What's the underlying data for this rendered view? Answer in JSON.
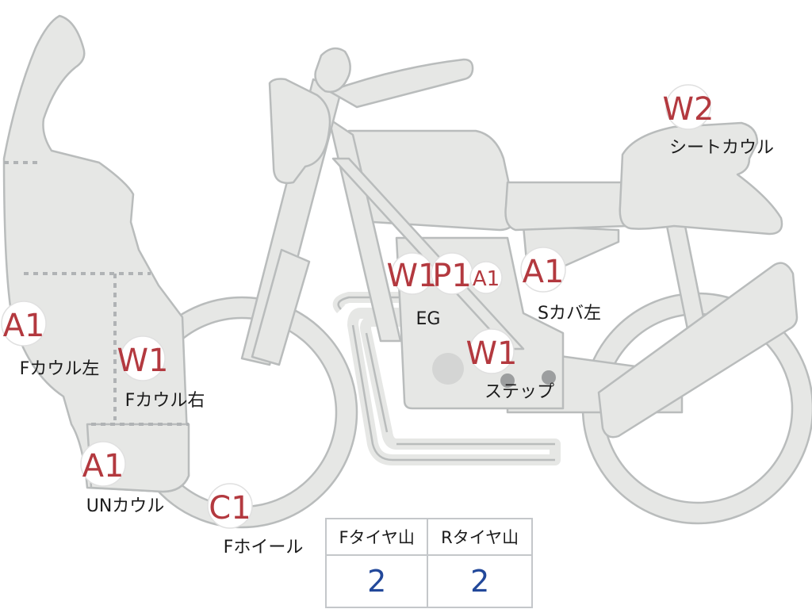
{
  "colors": {
    "body_fill": "#e6e7e5",
    "body_stroke": "#b9bcbc",
    "damage_red": "#b3393f",
    "value_blue": "#22489a",
    "text_dark": "#1b1b1b"
  },
  "annotations": [
    {
      "grade": "A1",
      "label": "Fカウル左"
    },
    {
      "grade": "W1",
      "label": "Fカウル右"
    },
    {
      "grade": "A1",
      "label": "UNカウル"
    },
    {
      "grade": "C1",
      "label": "Fホイール"
    },
    {
      "grade": "W1",
      "label": "EG"
    },
    {
      "grade": "P1",
      "label": ""
    },
    {
      "grade": "A1",
      "label": ""
    },
    {
      "grade": "A1",
      "label": "Sカバ左"
    },
    {
      "grade": "W1",
      "label": "ステップ"
    },
    {
      "grade": "W2",
      "label": "シートカウル"
    }
  ],
  "tire_table": {
    "headers": [
      "Fタイヤ山",
      "Rタイヤ山"
    ],
    "values": [
      "2",
      "2"
    ]
  }
}
